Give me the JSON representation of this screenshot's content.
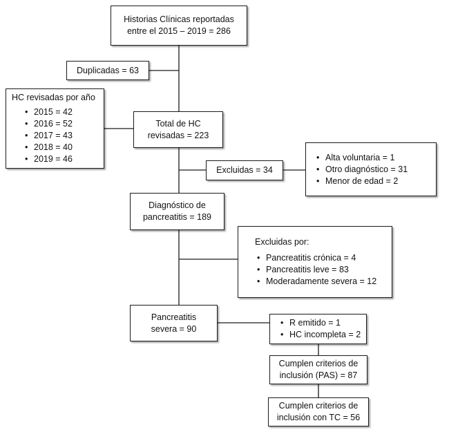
{
  "boxes": {
    "historias": {
      "lines": [
        "Historias Clínicas reportadas",
        "entre el 2015 – 2019 = 286"
      ]
    },
    "duplicadas": {
      "lines": [
        "Duplicadas = 63"
      ]
    },
    "hc_por_anio": {
      "heading": "HC revisadas por año",
      "items": [
        "2015 = 42",
        "2016 = 52",
        "2017 = 43",
        "2018 = 40",
        "2019 = 46"
      ]
    },
    "total_hc": {
      "lines": [
        "Total de HC",
        "revisadas = 223"
      ]
    },
    "excluidas_34": {
      "lines": [
        "Excluidas = 34"
      ]
    },
    "excluidas_34_detalle": {
      "items": [
        "Alta voluntaria = 1",
        "Otro diagnóstico = 31",
        "Menor de edad = 2"
      ]
    },
    "diagnostico": {
      "lines": [
        "Diagnóstico de",
        "pancreatitis = 189"
      ]
    },
    "excluidas_por": {
      "heading": "Excluidas por:",
      "items": [
        "Pancreatitis crónica = 4",
        "Pancreatitis leve = 83",
        "Moderadamente severa = 12"
      ]
    },
    "severa": {
      "lines": [
        "Pancreatitis",
        "severa = 90"
      ]
    },
    "r_emitido": {
      "items": [
        "R emitido = 1",
        "HC incompleta = 2"
      ]
    },
    "pas": {
      "lines": [
        "Cumplen criterios de",
        "inclusión (PAS) = 87"
      ]
    },
    "tc": {
      "lines": [
        "Cumplen criterios de",
        "inclusión con TC = 56"
      ]
    }
  },
  "colors": {
    "line": "#1a1a1a",
    "border": "#1a1a1a",
    "background": "#ffffff"
  }
}
